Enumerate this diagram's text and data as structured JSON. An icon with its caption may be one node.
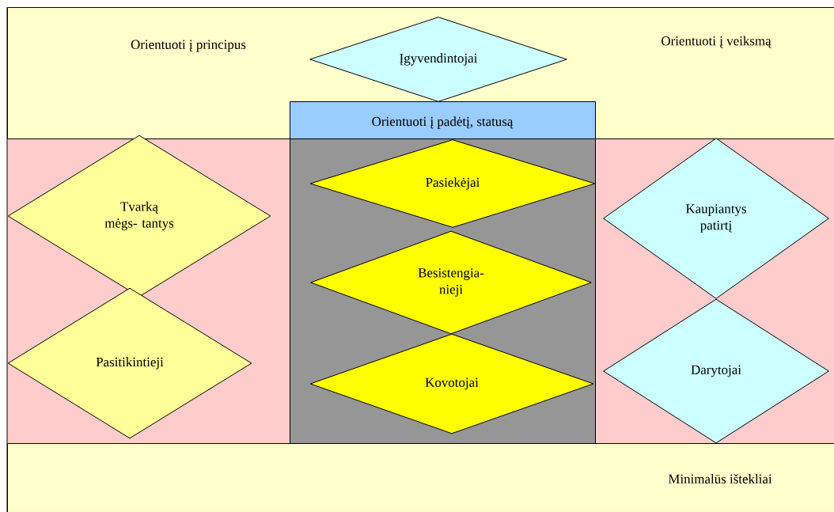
{
  "diagram": {
    "nodes": [
      {
        "text": [
          "Orientuoti į principus",
          "Orientuoti į veiksmą"
        ]
      },
      {
        "text": [
          "Įgyvendintojai"
        ],
        "in": 0
      },
      {
        "text": [
          "Orientuoti į padėtį, statusą"
        ],
        "in": 0
      },
      {
        "text": [
          "Tvarką mėgs- tantys"
        ]
      },
      {
        "text": [
          "Pasitikintieji"
        ]
      },
      {
        "text": [],
        "shape": "box"
      },
      {
        "text": [
          "Pasiekėjai"
        ],
        "in": 5
      },
      {
        "text": [
          "Besistengia- nieji"
        ],
        "in": 5
      },
      {
        "text": [
          "Kovotojai"
        ],
        "in": 5
      },
      {
        "text": [
          "Kaupiantys patirtį"
        ]
      },
      {
        "text": [
          "Darytojai"
        ]
      },
      {
        "text": [
          "Minimalūs ištekliai"
        ]
      }
    ]
  }
}
